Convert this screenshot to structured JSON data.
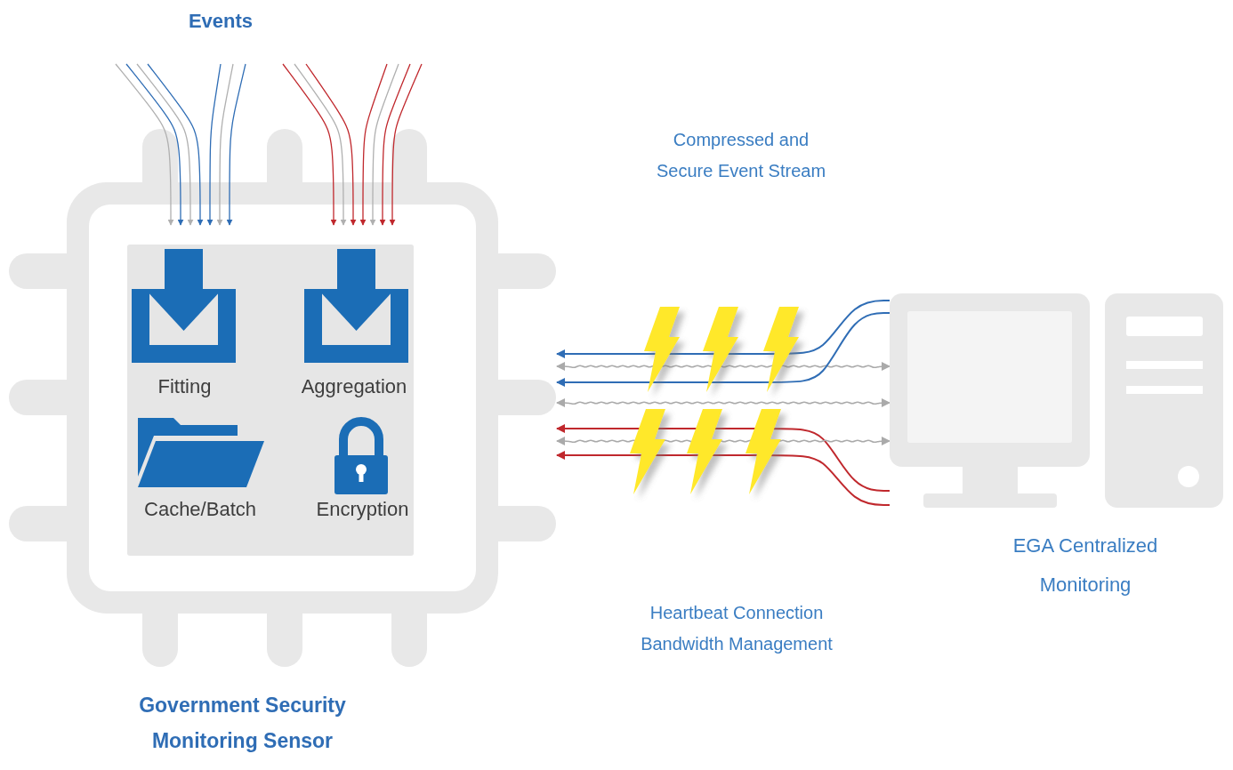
{
  "diagram": {
    "nodes": [
      {
        "text": [
          "Government Security Monitoring Sensor"
        ]
      },
      {
        "text": [
          "Fitting"
        ],
        "in": 0
      },
      {
        "text": [
          "Aggregation"
        ],
        "in": 0
      },
      {
        "text": [
          "Cache/Batch"
        ],
        "in": 0
      },
      {
        "text": [
          "Encryption"
        ],
        "in": 0
      },
      {
        "text": [
          "EGA Centralized Monitoring"
        ]
      }
    ],
    "edges": [
      {
        "from": 5,
        "to": 0,
        "arrow": "to"
      },
      {
        "from": 5,
        "to": 0,
        "arrow": "both"
      },
      {
        "from": 5,
        "to": 0,
        "arrow": "to"
      },
      {
        "from": 5,
        "to": 0,
        "arrow": "both"
      },
      {
        "from": 5,
        "to": 0,
        "arrow": "to"
      },
      {
        "from": 5,
        "to": 0,
        "arrow": "both"
      },
      {
        "from": 5,
        "to": 0,
        "arrow": "to"
      }
    ],
    "labels": [
      "Events",
      "Compressed and Secure Event Stream",
      "Heartbeat Connection Bandwidth Management"
    ]
  }
}
